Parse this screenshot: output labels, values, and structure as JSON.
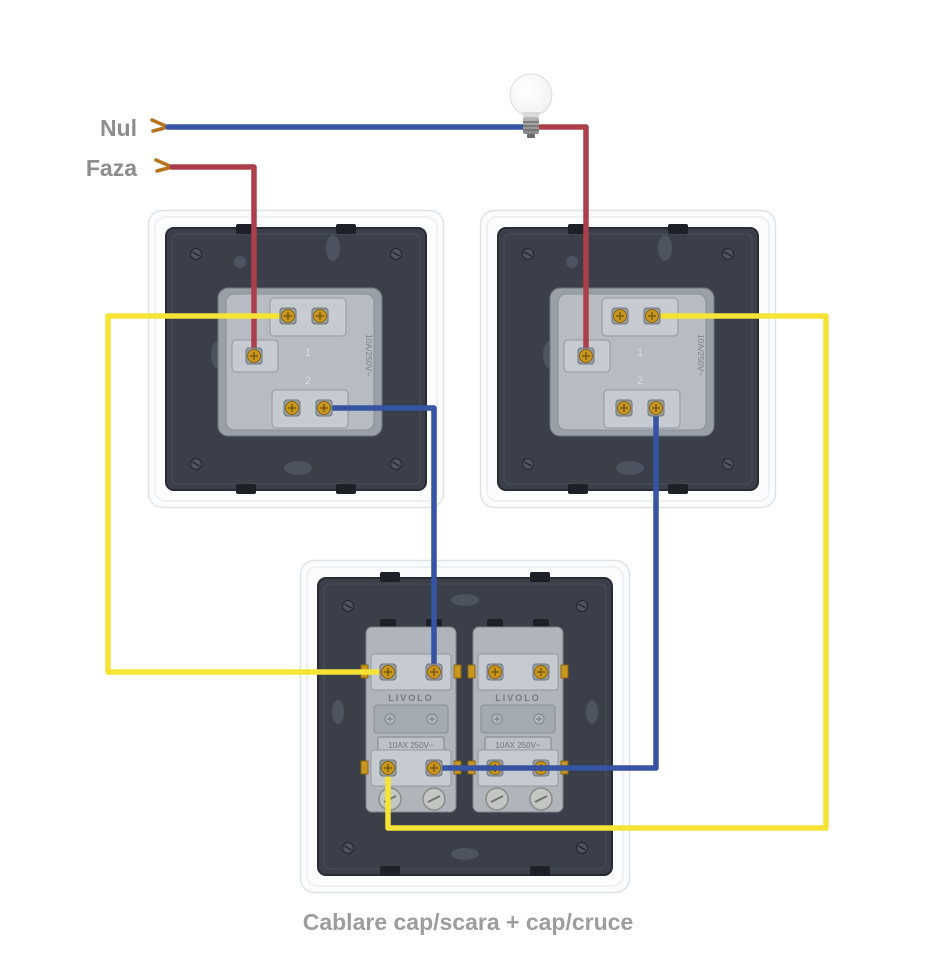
{
  "labels": {
    "nul": "Nul",
    "faza": "Faza",
    "caption": "Cablare cap/scara + cap/cruce"
  },
  "single_switch": {
    "rating": "10A/250V~",
    "marking_1": "1",
    "marking_2": "2"
  },
  "double_switch": {
    "brand": "LIVOLO",
    "rating": "10AX 250V~"
  },
  "wires": [
    {
      "name": "neutral-to-bulb",
      "color": "#3653a4"
    },
    {
      "name": "live-faza-to-switch1",
      "color": "#ab3f4b"
    },
    {
      "name": "live-bulb-to-switch2",
      "color": "#ab3f4b"
    },
    {
      "name": "traveler-yellow-switch1-to-cross",
      "color": "#f5e335"
    },
    {
      "name": "traveler-blue-switch1-to-cross",
      "color": "#3653a4"
    },
    {
      "name": "traveler-yellow-switch2-to-cross",
      "color": "#f5e335"
    },
    {
      "name": "traveler-blue-switch2-to-cross",
      "color": "#3653a4"
    }
  ],
  "colors": {
    "label_text": "#8d8d8d",
    "caption_text": "#9d9d9d"
  }
}
